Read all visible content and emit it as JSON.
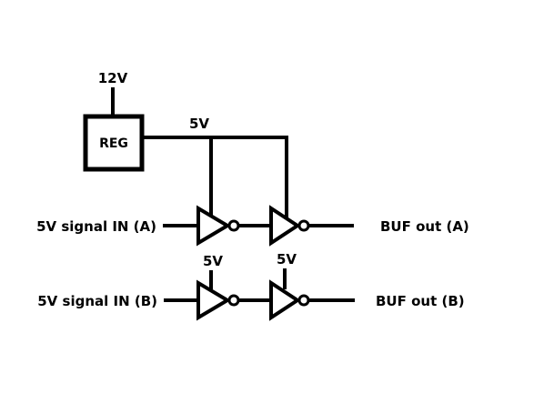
{
  "diagram": {
    "type": "schematic",
    "supply_label": "12V",
    "regulator_label": "REG",
    "regulated_rail_label": "5V",
    "channels": [
      {
        "id": "A",
        "input_label": "5V signal IN (A)",
        "output_label": "BUF out (A)",
        "gates": [
          {
            "type": "inverter",
            "supply": "5V rail"
          },
          {
            "type": "inverter",
            "supply": "5V rail"
          }
        ]
      },
      {
        "id": "B",
        "input_label": "5V signal IN (B)",
        "output_label": "BUF out (B)",
        "gates": [
          {
            "type": "inverter",
            "supply_label": "5V"
          },
          {
            "type": "inverter",
            "supply_label": "5V"
          }
        ]
      }
    ],
    "colors": {
      "line": "#000000",
      "background": "#ffffff"
    }
  }
}
